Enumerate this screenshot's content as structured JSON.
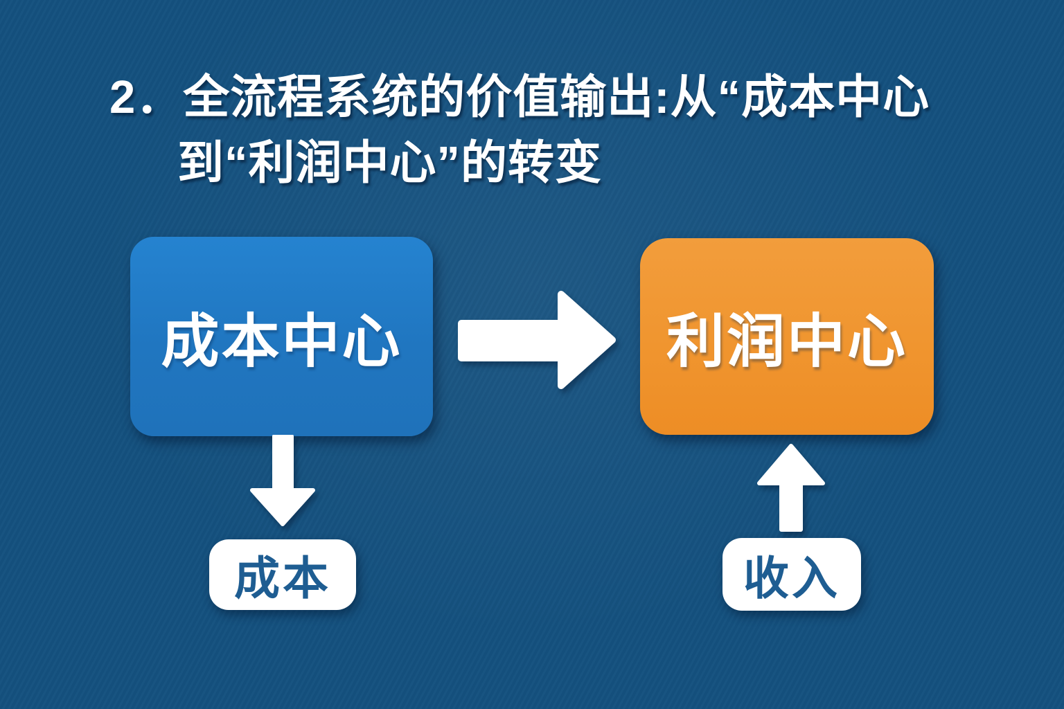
{
  "title": {
    "line1": "2．全流程系统的价值输出:从“成本中心",
    "line2": "到“利润中心”的转变"
  },
  "flow": {
    "source_box": {
      "label": "成本中心"
    },
    "target_box": {
      "label": "利润中心"
    },
    "source_output_tag": {
      "label": "成本"
    },
    "target_input_tag": {
      "label": "收入"
    },
    "connections": [
      {
        "from": "source_box",
        "to": "target_box",
        "icon": "right-arrow-icon"
      },
      {
        "from": "source_box",
        "to": "source_output_tag",
        "icon": "down-arrow-icon"
      },
      {
        "from": "target_input_tag",
        "to": "target_box",
        "icon": "up-arrow-icon"
      }
    ]
  },
  "colors": {
    "background": "#14517F",
    "cost_center_fill": "#2076C0",
    "profit_center_fill": "#F0952F",
    "arrow_fill": "#FFFFFF",
    "tag_background": "#FFFFFF",
    "tag_text": "#1E5D92",
    "title_text": "#FFFFFF"
  }
}
